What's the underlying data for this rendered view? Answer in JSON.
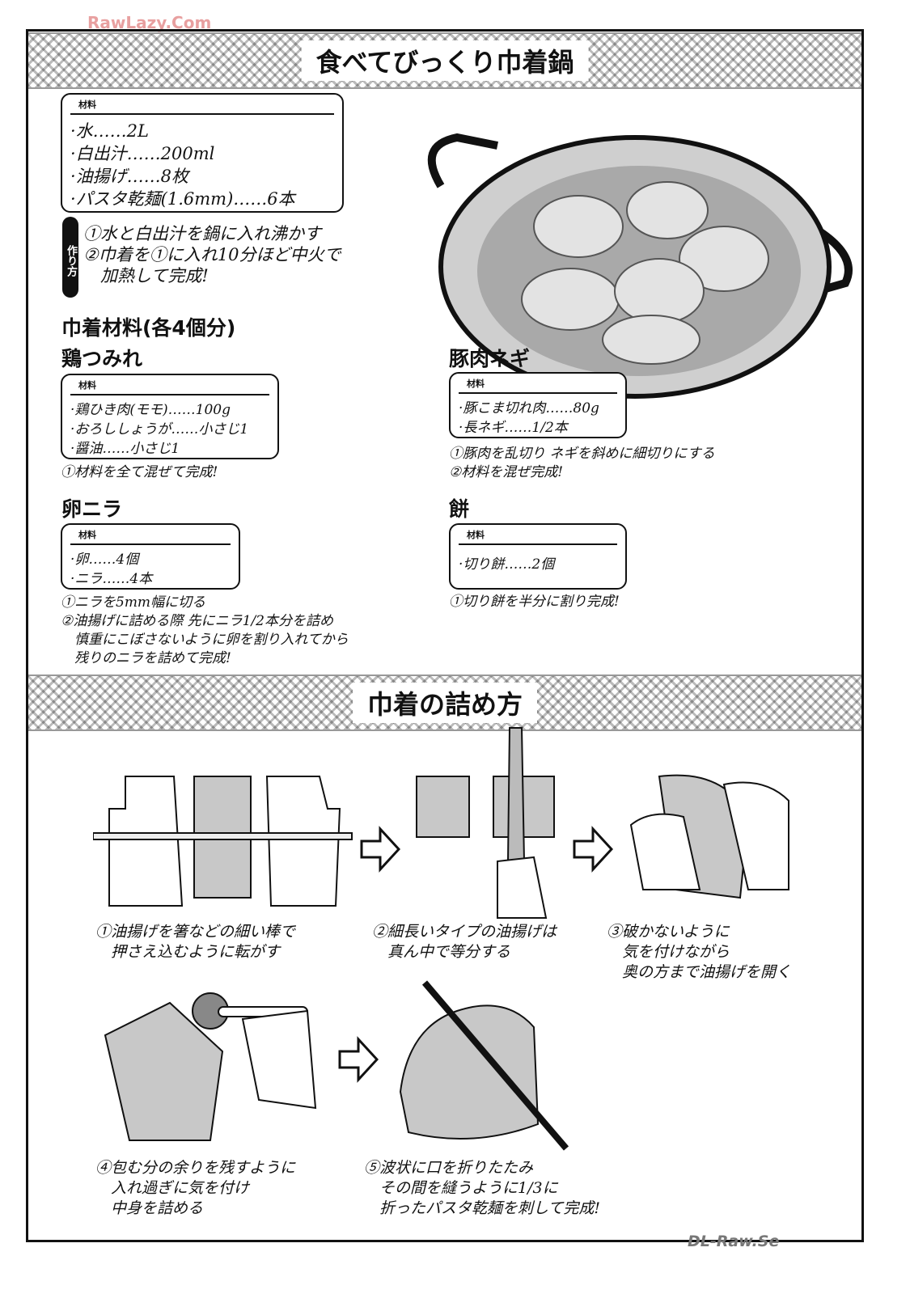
{
  "watermarks": {
    "top": "RawLazy.Com",
    "bottom": "DL-Raw.Se"
  },
  "title": "食べてびっくり巾着鍋",
  "main_ingredients": {
    "header": "材料",
    "items": [
      "·水……2L",
      "·白出汁……200ml",
      "·油揚げ……8枚",
      "·パスタ乾麺(1.6mm)……6本"
    ]
  },
  "method": {
    "label": "作り方",
    "steps": "①水と白出汁を鍋に入れ沸かす\n②巾着を①に入れ10分ほど中火で\n　加熱して完成!"
  },
  "fillings_title": "巾着材料(各4個分)",
  "fillings": [
    {
      "name": "鶏つみれ",
      "header": "材料",
      "items": [
        "·鶏ひき肉(モモ)……100g",
        "·おろししょうが……小さじ1",
        "·醤油……小さじ1"
      ],
      "steps": "①材料を全て混ぜて完成!"
    },
    {
      "name": "豚肉ネギ",
      "header": "材料",
      "items": [
        "·豚こま切れ肉……80g",
        "·長ネギ……1/2本"
      ],
      "steps": "①豚肉を乱切り ネギを斜めに細切りにする\n②材料を混ぜ完成!"
    },
    {
      "name": "卵ニラ",
      "header": "材料",
      "items": [
        "·卵……4個",
        "·ニラ……4本"
      ],
      "steps": "①ニラを5mm幅に切る\n②油揚げに詰める際 先にニラ1/2本分を詰め\n　慎重にこぼさないように卵を割り入れてから\n　残りのニラを詰めて完成!"
    },
    {
      "name": "餅",
      "header": "材料",
      "items": [
        "·切り餅……2個"
      ],
      "steps": "①切り餅を半分に割り完成!"
    }
  ],
  "section2_title": "巾着の詰め方",
  "instructions": [
    "①油揚げを箸などの細い棒で\n　押さえ込むように転がす",
    "②細長いタイプの油揚げは\n　真ん中で等分する",
    "③破かないように\n　気を付けながら\n　奥の方まで油揚げを開く",
    "④包む分の余りを残すように\n　入れ過ぎに気を付け\n　中身を詰める",
    "⑤波状に口を折りたたみ\n　その間を縫うように1/3に\n　折ったパスタ乾麺を刺して完成!"
  ],
  "colors": {
    "ink": "#111111",
    "watermark_top": "#e8a0a0",
    "screentone": "#9a9a9a"
  },
  "icons": [
    "arrow-right-icon"
  ]
}
